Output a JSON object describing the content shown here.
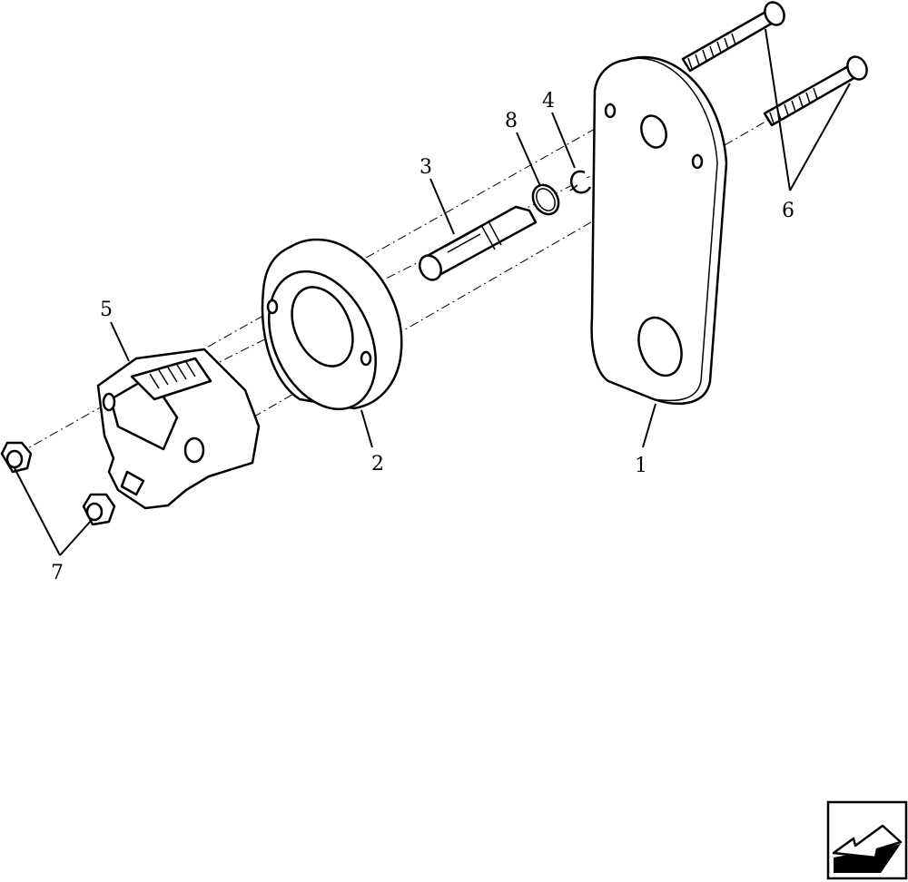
{
  "diagram": {
    "callouts": [
      {
        "id": "1",
        "text": "1"
      },
      {
        "id": "2",
        "text": "2"
      },
      {
        "id": "3",
        "text": "3"
      },
      {
        "id": "4",
        "text": "4"
      },
      {
        "id": "5",
        "text": "5"
      },
      {
        "id": "6",
        "text": "6"
      },
      {
        "id": "7",
        "text": "7"
      },
      {
        "id": "8",
        "text": "8"
      }
    ],
    "parts": [
      "lever-plate",
      "spacer-ring",
      "shaft",
      "retaining-clip",
      "sensor",
      "bolt",
      "nut",
      "o-ring"
    ],
    "nav_icon": "arrow-left-icon"
  }
}
